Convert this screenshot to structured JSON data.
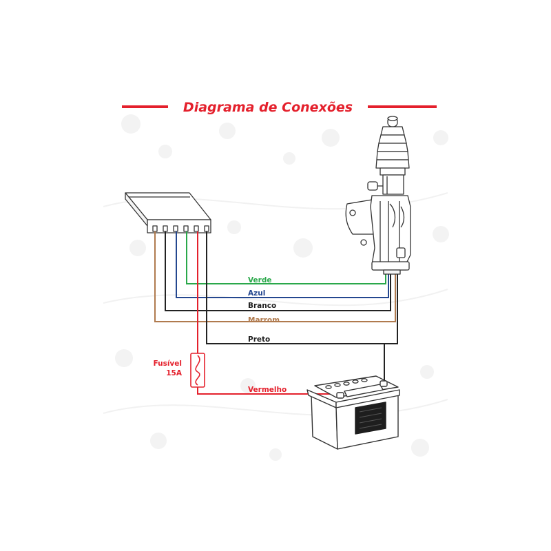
{
  "title": "Diagrama de Conexões",
  "colors": {
    "accent": "#e4202c",
    "green": "#2aa84a",
    "blue": "#24478f",
    "black": "#222222",
    "brown": "#b07a4e",
    "red": "#e4202c",
    "outline": "#333333"
  },
  "wires": {
    "verde": "Verde",
    "azul": "Azul",
    "branco": "Branco",
    "marrom": "Marrom",
    "preto": "Preto",
    "vermelho": "Vermelho"
  },
  "fuse": {
    "line1": "Fusível",
    "line2": "15A"
  },
  "components": {
    "module": "module-icon",
    "actuator": "door-lock-actuator-icon",
    "battery": "battery-icon",
    "fuse": "fuse-icon"
  }
}
